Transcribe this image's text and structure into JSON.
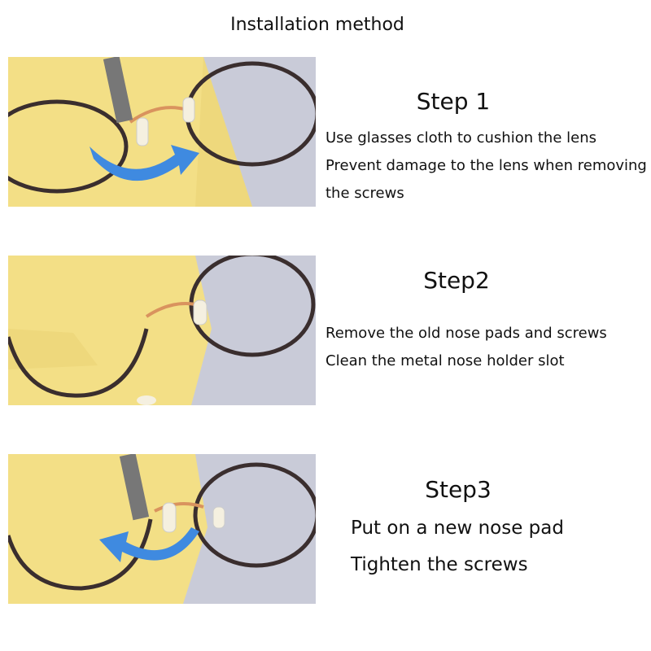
{
  "title": "Installation method",
  "colors": {
    "cloth": "#f3df86",
    "background": "#c9cbd8",
    "frame": "#3a2e2e",
    "arrow": "#3f8ae0",
    "bridge": "#d9935e"
  },
  "steps": [
    {
      "label": "Step 1",
      "lines": [
        "Use glasses cloth to cushion the lens",
        "Prevent damage to the lens when removing",
        "the screws"
      ],
      "icons": [
        "screwdriver-icon",
        "curved-arrow-icon"
      ]
    },
    {
      "label": "Step2",
      "lines": [
        "Remove the old nose pads and screws",
        "Clean the metal nose holder slot"
      ],
      "icons": []
    },
    {
      "label": "Step3",
      "lines": [
        "Put on a new nose pad",
        "Tighten the screws"
      ],
      "icons": [
        "screwdriver-icon",
        "curved-arrow-icon"
      ]
    }
  ]
}
